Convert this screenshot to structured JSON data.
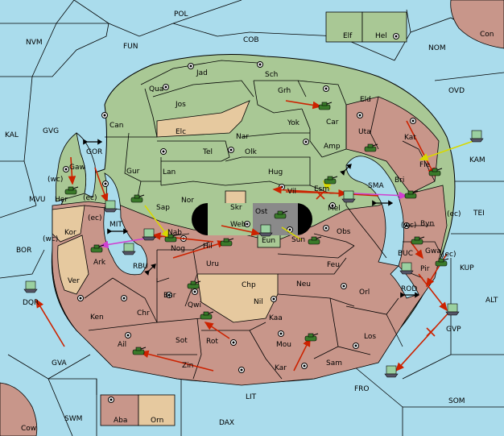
{
  "colors": {
    "sea": "#aadcec",
    "player_green": "#a9c895",
    "player_red": "#c8968a",
    "neutral": "#e6c99f",
    "water_line": "#000000",
    "move_arrow": "#cc2200",
    "support_arrow": "#e0e000",
    "convoy_arrow": "#d040d0"
  },
  "provinces": {
    "pol": "POL",
    "nvm": "NVM",
    "fun": "FUN",
    "cob": "COB",
    "nom": "NOM",
    "con": "Con",
    "elf": "Elf",
    "hel": "Hel",
    "kal": "KAL",
    "gvg": "GVG",
    "ovd": "OVD",
    "kam": "KAM",
    "mvu": "MVU",
    "bor": "BOR",
    "tei": "TEI",
    "kup": "KUP",
    "alt": "ALT",
    "dqr": "DQR",
    "gva": "GVA",
    "fro": "FRO",
    "som": "SOM",
    "lit": "LIT",
    "swm": "SWM",
    "dax": "DAX",
    "cow": "Cow",
    "aba": "Aba",
    "orn": "Orn",
    "jad": "Jad",
    "sch": "Sch",
    "qua": "Qua",
    "jos": "Jos",
    "grh": "Grh",
    "can": "Can",
    "elc": "Elc",
    "yok": "Yok",
    "car": "Car",
    "eld": "Eld",
    "uta": "Uta",
    "nar": "Nar",
    "olk": "Olk",
    "tel": "Tel",
    "amp": "Amp",
    "gur": "Gur",
    "lan": "Lan",
    "hug": "Hug",
    "kat": "Kat",
    "fle": "Fle",
    "gor": "GOR",
    "gaw": "Gaw",
    "wc": "(wc)",
    "ec": "(ec)",
    "her": "Her",
    "esm": "Esm",
    "sma": "SMA",
    "bri": "Bri",
    "nor": "Nor",
    "vil": "Vil",
    "skr": "Skr",
    "ost": "Ost",
    "mel": "Mel",
    "sap": "Sap",
    "mit": "MIT",
    "web": "Web",
    "kor": "Kor",
    "nab": "Nab",
    "eun": "Eun",
    "sun": "Sun",
    "obs": "Obs",
    "byn": "Byn",
    "ark": "Ark",
    "nog": "Nog",
    "hil": "Hil",
    "rbu": "RBU",
    "uru": "Uru",
    "feu": "Feu",
    "buc": "BUC",
    "gwa": "Gwa",
    "pir": "Pir",
    "ver": "Ver",
    "chp": "Chp",
    "neu": "Neu",
    "bar": "Bar",
    "nil": "Nil",
    "orl": "Orl",
    "rod": "ROD",
    "qwi": "Qwi",
    "ken": "Ken",
    "chr": "Chr",
    "kaa": "Kaa",
    "gvp": "GVP",
    "sot": "Sot",
    "rot": "Rot",
    "los": "Los",
    "ail": "Ail",
    "mou": "Mou",
    "zin": "Zin",
    "kar": "Kar",
    "sam": "Sam"
  },
  "units": {
    "armies": [
      {
        "id": "a1"
      },
      {
        "id": "a2"
      },
      {
        "id": "a3"
      },
      {
        "id": "a4"
      },
      {
        "id": "a5"
      },
      {
        "id": "a6"
      },
      {
        "id": "a7"
      },
      {
        "id": "a8"
      },
      {
        "id": "a9"
      },
      {
        "id": "a10"
      },
      {
        "id": "a11"
      },
      {
        "id": "a12"
      },
      {
        "id": "a13"
      },
      {
        "id": "a14"
      },
      {
        "id": "a15"
      },
      {
        "id": "a16"
      },
      {
        "id": "a17"
      },
      {
        "id": "a18"
      }
    ],
    "fleets": [
      {
        "id": "f1"
      },
      {
        "id": "f2"
      },
      {
        "id": "f3"
      },
      {
        "id": "f4"
      },
      {
        "id": "f5"
      },
      {
        "id": "f6"
      },
      {
        "id": "f7"
      },
      {
        "id": "f8"
      },
      {
        "id": "f9"
      },
      {
        "id": "f10"
      }
    ]
  }
}
